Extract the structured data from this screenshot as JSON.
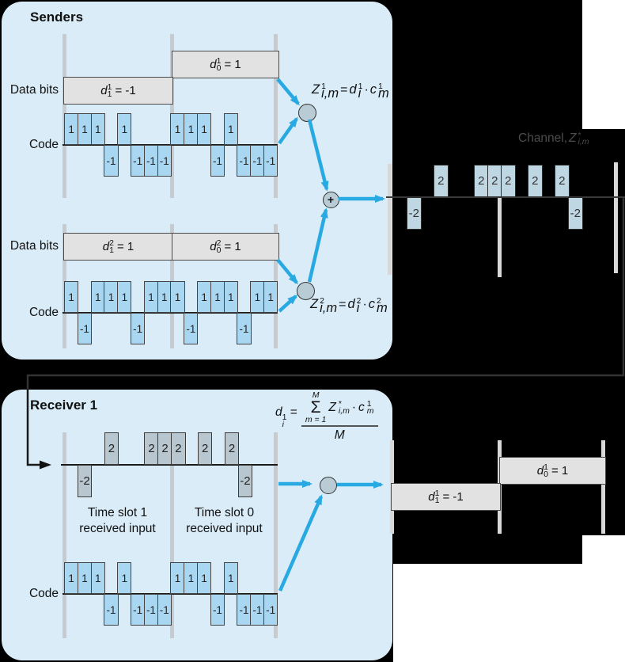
{
  "senders": {
    "title": "Senders",
    "adder_plus": "+",
    "s1": {
      "data_bits_label": "Data bits",
      "code_label": "Code",
      "d1": {
        "v": "d",
        "sup": "1",
        "sub": "1",
        "rhs": "= -1"
      },
      "d0": {
        "v": "d",
        "sup": "1",
        "sub": "0",
        "rhs": "= 1"
      },
      "code_chips": [
        1,
        1,
        1,
        -1,
        1,
        -1,
        -1,
        -1,
        1,
        1,
        1,
        -1,
        1,
        -1,
        -1,
        -1
      ],
      "z": {
        "l": "Z",
        "lsup": "1",
        "lsub": "i,m",
        "eq": "=",
        "d": "d",
        "dsup": "1",
        "dsub": "i",
        "dot": "·",
        "c": "c",
        "csup": "1",
        "csub": "m"
      }
    },
    "s2": {
      "data_bits_label": "Data bits",
      "code_label": "Code",
      "d1": {
        "v": "d",
        "sup": "2",
        "sub": "1",
        "rhs": "= 1"
      },
      "d0": {
        "v": "d",
        "sup": "2",
        "sub": "0",
        "rhs": "= 1"
      },
      "code_chips": [
        1,
        -1,
        1,
        1,
        1,
        -1,
        1,
        1,
        1,
        -1,
        1,
        1,
        1,
        -1,
        1,
        1
      ],
      "z": {
        "l": "Z",
        "lsup": "2",
        "lsub": "i,m",
        "eq": "=",
        "d": "d",
        "dsup": "2",
        "dsub": "i",
        "dot": "·",
        "c": "c",
        "csup": "2",
        "csub": "m"
      }
    }
  },
  "channel": {
    "label_prefix": "Channel, ",
    "z": {
      "l": "Z",
      "lsup": "*",
      "lsub": "i,m"
    },
    "chips": [
      0,
      -2,
      0,
      2,
      0,
      0,
      2,
      2,
      2,
      0,
      2,
      0,
      2,
      -2,
      0,
      0
    ]
  },
  "receiver": {
    "title": "Receiver 1",
    "received_chips": [
      0,
      -2,
      0,
      2,
      0,
      0,
      2,
      2,
      2,
      0,
      2,
      0,
      2,
      -2,
      0,
      0
    ],
    "slot1_caption": {
      "l1": "Time slot 1",
      "l2": "received input"
    },
    "slot0_caption": {
      "l1": "Time slot 0",
      "l2": "received input"
    },
    "code_label": "Code",
    "code_chips": [
      1,
      1,
      1,
      -1,
      1,
      -1,
      -1,
      -1,
      1,
      1,
      1,
      -1,
      1,
      -1,
      -1,
      -1
    ],
    "formula": {
      "d": "d",
      "dsup": "1",
      "dsub": "i",
      "eq": "=",
      "sum_top": "M",
      "sigma": "Σ",
      "sum_bot": "m = 1",
      "z": "Z",
      "zsup": "*",
      "zsub": "i,m",
      "dot": "·",
      "c": "c",
      "csup": "1",
      "csub": "m",
      "den": "M"
    }
  },
  "output": {
    "d1": {
      "v": "d",
      "sup": "1",
      "sub": "1",
      "rhs": "= -1"
    },
    "d0": {
      "v": "d",
      "sup": "1",
      "sub": "0",
      "rhs": "= 1"
    }
  },
  "colors": {
    "arrow": "#29a9e1",
    "sender_box": "#d9ecf8",
    "bar_blue": "#a9d7f2",
    "bar_channel": "#bed7e3",
    "bar_received": "#b7c6cf",
    "data_box": "#e2e2e2",
    "background": "#000000"
  }
}
